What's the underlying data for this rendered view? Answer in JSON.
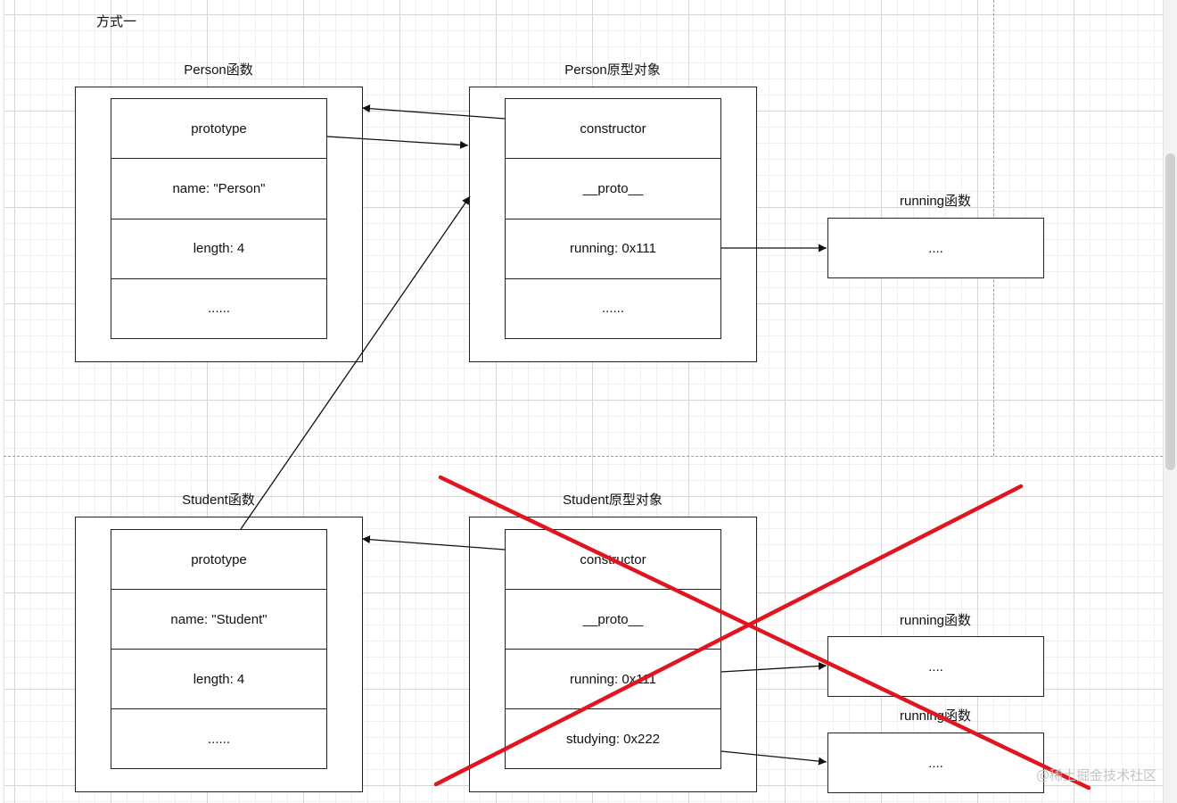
{
  "title": "方式一",
  "person_fn": {
    "label": "Person函数",
    "fields": [
      "prototype",
      "name: \"Person\"",
      "length: 4",
      "......"
    ]
  },
  "person_proto": {
    "label": "Person原型对象",
    "fields": [
      "constructor",
      "__proto__",
      "running: 0x111",
      "......"
    ]
  },
  "person_running": {
    "label": "running函数",
    "content": "...."
  },
  "student_fn": {
    "label": "Student函数",
    "fields": [
      "prototype",
      "name: \"Student\"",
      "length: 4",
      "......"
    ]
  },
  "student_proto": {
    "label": "Student原型对象",
    "fields": [
      "constructor",
      "__proto__",
      "running: 0x111",
      "studying: 0x222"
    ]
  },
  "student_running": {
    "label": "running函数",
    "content": "...."
  },
  "student_studying": {
    "label": "running函数",
    "content": "...."
  },
  "cross_color": "#e0161f",
  "watermark": "@稀土掘金技术社区"
}
